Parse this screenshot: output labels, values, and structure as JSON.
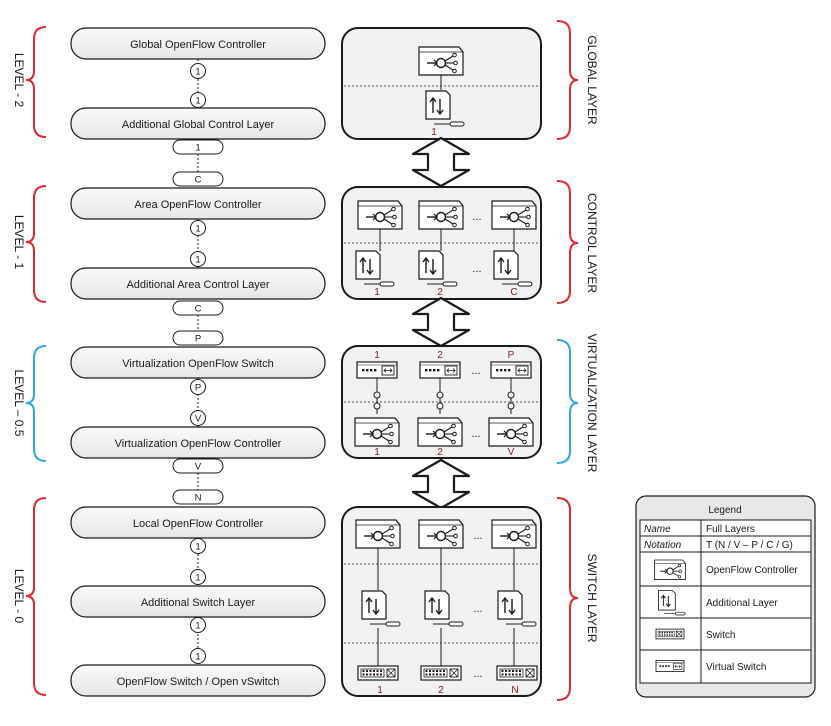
{
  "colors": {
    "red": "#e0282c",
    "blue": "#2ea7df",
    "box_fill": "#f0f0f0",
    "stroke": "#1a1a1a",
    "num": "#7a2020"
  },
  "levels": [
    {
      "side_label": "LEVEL - 2",
      "bracket_color": "red",
      "top_box": "Global OpenFlow Controller",
      "bottom_box": "Additional Global Control Layer",
      "connectors": [
        "1",
        "1"
      ]
    },
    {
      "side_label": "LEVEL - 1",
      "bracket_color": "red",
      "top_box": "Area OpenFlow Controller",
      "bottom_box": "Additional Area Control Layer",
      "connectors": [
        "1",
        "1"
      ]
    },
    {
      "side_label": "LEVEL – 0.5",
      "bracket_color": "blue",
      "top_box": "Virtualization OpenFlow Switch",
      "bottom_box": "Virtualization OpenFlow Controller",
      "connectors": [
        "P",
        "V"
      ]
    },
    {
      "side_label": "LEVEL - 0",
      "bracket_color": "red",
      "top_box": "Local OpenFlow Controller",
      "middle_box": "Additional Switch Layer",
      "bottom_box": "OpenFlow Switch / Open vSwitch",
      "connectors": [
        "1",
        "1",
        "1",
        "1"
      ]
    }
  ],
  "inter_tags": [
    {
      "upper": "1",
      "lower": "C"
    },
    {
      "upper": "C",
      "lower": "P"
    },
    {
      "upper": "V",
      "lower": "N"
    }
  ],
  "layers": [
    {
      "label": "GLOBAL LAYER",
      "bracket_color": "red",
      "numbers": [
        "1"
      ]
    },
    {
      "label": "CONTROL LAYER",
      "bracket_color": "red",
      "numbers": [
        "1",
        "2",
        "C"
      ]
    },
    {
      "label": "VIRTUALIZATION LAYER",
      "bracket_color": "blue",
      "top_numbers": [
        "1",
        "2",
        "P"
      ],
      "bottom_numbers": [
        "1",
        "2",
        "V"
      ]
    },
    {
      "label": "SWITCH LAYER",
      "bracket_color": "red",
      "numbers": [
        "1",
        "2",
        "N"
      ]
    }
  ],
  "ellipsis": "...",
  "legend": {
    "title": "Legend",
    "rows": [
      {
        "key": "Name",
        "value": "Full Layers"
      },
      {
        "key": "Notation",
        "value": "T (N / V – P / C / G)"
      }
    ],
    "icons": [
      {
        "icon": "openflow-controller-icon",
        "label": "OpenFlow Controller"
      },
      {
        "icon": "additional-layer-icon",
        "label": "Additional Layer"
      },
      {
        "icon": "switch-icon",
        "label": "Switch"
      },
      {
        "icon": "virtual-switch-icon",
        "label": "Virtual Switch"
      }
    ]
  }
}
